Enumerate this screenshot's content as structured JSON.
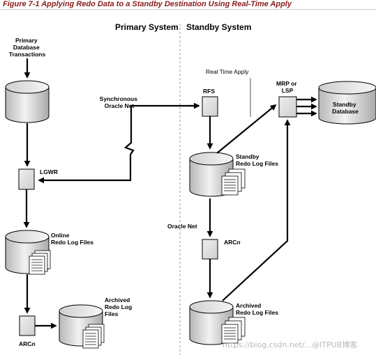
{
  "figure": {
    "caption": "Figure 7-1 Applying Redo Data to a Standby Destination Using Real-Time Apply"
  },
  "sections": {
    "primary": "Primary System",
    "standby": "Standby System"
  },
  "labels": {
    "primary_tx": [
      "Primary",
      "Database",
      "Transactions"
    ],
    "sync_net": [
      "Synchronous",
      "Oracle Net"
    ],
    "lgwr": "LGWR",
    "online_logs": [
      "Online",
      "Redo Log Files"
    ],
    "archived_primary": [
      "Archived",
      "Redo Log",
      "Files"
    ],
    "arcn_primary": "ARCn",
    "real_time_apply": "Real Time Apply",
    "rfs": "RFS",
    "mrp_lsp": [
      "MRP or",
      "LSP"
    ],
    "standby_db": [
      "Standby",
      "Database"
    ],
    "standby_logs": [
      "Standby",
      "Redo Log Files"
    ],
    "oracle_net": "Oracle Net",
    "arcn_standby": "ARCn",
    "archived_standby": [
      "Archived",
      "Redo Log Files"
    ]
  },
  "watermark": "https://blog.csdn.net/...@ITPUB博客"
}
